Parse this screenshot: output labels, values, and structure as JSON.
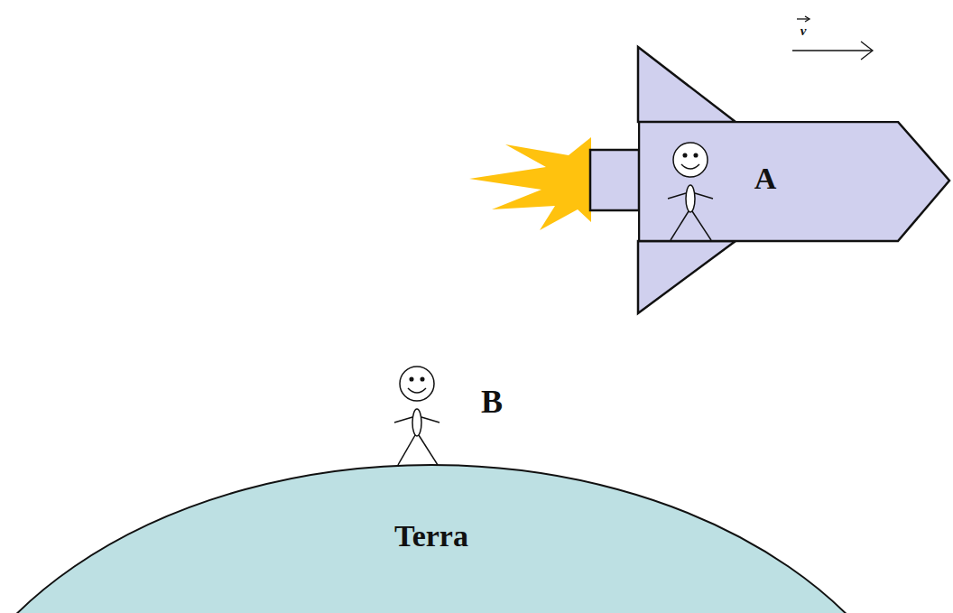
{
  "diagram": {
    "nodes": [
      {
        "text": [
          "A"
        ]
      },
      {
        "text": [
          "Terra"
        ]
      }
    ],
    "labels": [
      "B",
      "v"
    ]
  }
}
